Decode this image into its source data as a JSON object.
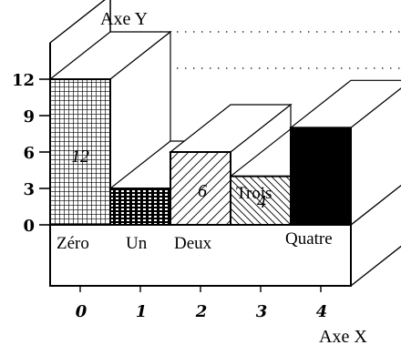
{
  "chart_data": {
    "type": "bar",
    "x_ticks": [
      "0",
      "1",
      "2",
      "3",
      "4"
    ],
    "categories": [
      "Zéro",
      "Un",
      "Deux",
      "Trois",
      "Quatre"
    ],
    "values": [
      12,
      3,
      6,
      4,
      8
    ],
    "data_labels": [
      "12",
      "",
      "6",
      "4",
      ""
    ],
    "yticks": [
      "0",
      "3",
      "6",
      "9",
      "12"
    ],
    "ylim": [
      0,
      15
    ],
    "xlabel": "Axe X",
    "ylabel": "Axe Y",
    "title": "",
    "patterns": [
      "grid",
      "dense-grid",
      "diagonal-up",
      "diagonal-down",
      "solid"
    ],
    "colors": {
      "ink": "#000000",
      "background": "#ffffff"
    }
  }
}
